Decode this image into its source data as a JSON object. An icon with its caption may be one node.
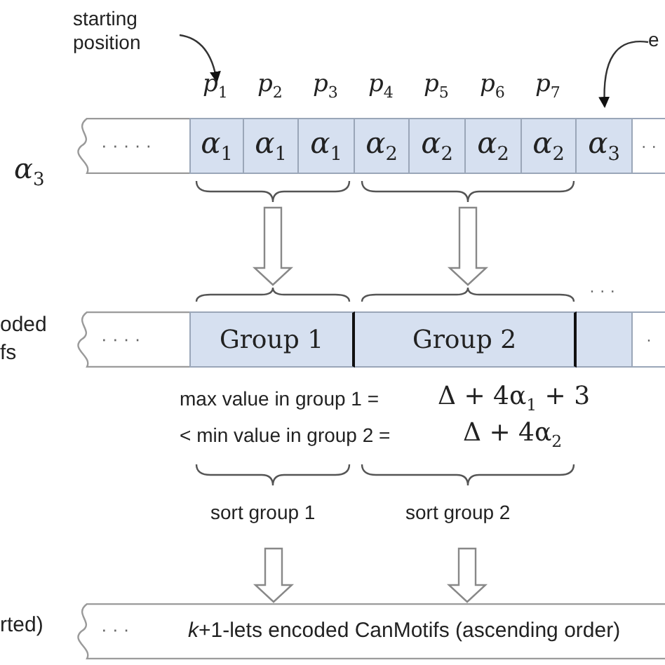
{
  "diagram": {
    "nodes": [
      {
        "text": [
          "· · · · ·"
        ]
      },
      {
        "text": [
          "α$_{1}$"
        ],
        "in": 0,
        "beside": [
          "p$_{1}$"
        ]
      },
      {
        "text": [
          "α$_{1}$"
        ],
        "in": 0,
        "beside": [
          "p$_{2}$"
        ]
      },
      {
        "text": [
          "α$_{1}$"
        ],
        "in": 0,
        "beside": [
          "p$_{3}$"
        ]
      },
      {
        "text": [
          "α$_{2}$"
        ],
        "in": 0,
        "beside": [
          "p$_{4}$"
        ]
      },
      {
        "text": [
          "α$_{2}$"
        ],
        "in": 0,
        "beside": [
          "p$_{5}$"
        ]
      },
      {
        "text": [
          "α$_{2}$"
        ],
        "in": 0,
        "beside": [
          "p$_{6}$"
        ]
      },
      {
        "text": [
          "α$_{2}$"
        ],
        "in": 0,
        "beside": [
          "p$_{7}$"
        ]
      },
      {
        "text": [
          "α$_{3}$"
        ],
        "in": 0
      },
      {
        "text": [
          "· ·"
        ],
        "in": 0
      },
      {
        "text": [
          "starting position"
        ]
      },
      {
        "text": [
          "e"
        ]
      },
      {
        "text": [
          "· · · ·"
        ]
      },
      {
        "text": [
          "Group 1"
        ],
        "in": 12
      },
      {
        "text": [
          "Group 2"
        ],
        "in": 12
      },
      {
        "text": [],
        "shape": "box",
        "in": 12
      },
      {
        "text": [
          "·"
        ],
        "in": 12
      },
      {
        "text": [
          "· · ·",
          "*k*+1-lets encoded CanMotifs (ascending order)"
        ]
      },
      {
        "text": [],
        "shape": "brace"
      },
      {
        "text": [],
        "shape": "brace"
      },
      {
        "text": [],
        "shape": "brace"
      },
      {
        "text": [],
        "shape": "brace"
      },
      {
        "text": [],
        "shape": "brace"
      },
      {
        "text": [],
        "shape": "brace"
      }
    ],
    "edges": [
      {
        "from": 10,
        "to": 1,
        "arrow": "to"
      },
      {
        "from": 11,
        "to": 8,
        "arrow": "to"
      },
      {
        "from": 18,
        "to": 20,
        "arrow": "to"
      },
      {
        "from": 19,
        "to": 21,
        "arrow": "to"
      },
      {
        "from": null,
        "to": 17,
        "arrow": "to"
      },
      {
        "from": null,
        "to": 17,
        "arrow": "to"
      }
    ],
    "labels": [
      "α$_{3}$",
      "oded fs",
      "· · ·",
      "max value in group 1 =",
      "Δ + 4α$_{1}$ + 3",
      "<  min value in group 2 =",
      "Δ + 4α$_{2}$",
      "sort group 1",
      "sort group 2",
      "rted)"
    ]
  }
}
